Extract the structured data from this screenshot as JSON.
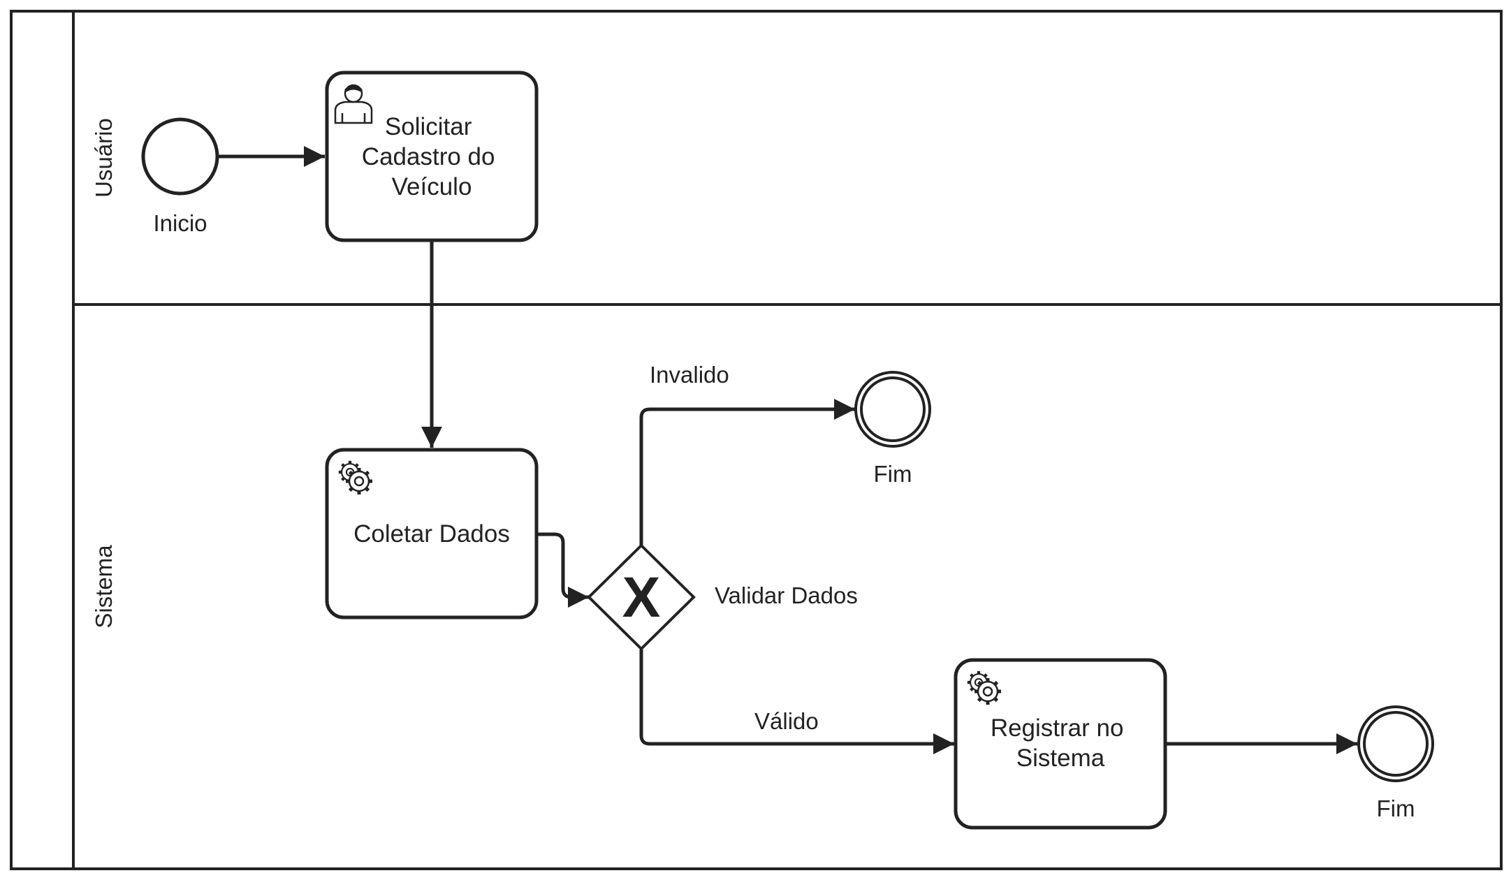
{
  "diagram": {
    "lanes": [
      {
        "id": "lane-usuario",
        "label": "Usuário"
      },
      {
        "id": "lane-sistema",
        "label": "Sistema"
      }
    ],
    "start_event": {
      "label": "Inicio"
    },
    "tasks": [
      {
        "id": "solicitar",
        "type": "user-task",
        "icon": "user-icon",
        "lines": [
          "Solicitar",
          "Cadastro do",
          "Veículo"
        ]
      },
      {
        "id": "coletar",
        "type": "service-task",
        "icon": "gear-icon",
        "lines": [
          "Coletar Dados"
        ]
      },
      {
        "id": "registrar",
        "type": "service-task",
        "icon": "gear-icon",
        "lines": [
          "Registrar no",
          "Sistema"
        ]
      }
    ],
    "gateway": {
      "type": "exclusive",
      "marker": "X",
      "label": "Validar Dados"
    },
    "flow_labels": {
      "invalid": "Invalido",
      "valid": "Válido"
    },
    "end_events": [
      {
        "id": "end-invalid",
        "label": "Fim"
      },
      {
        "id": "end-valid",
        "label": "Fim"
      }
    ]
  }
}
